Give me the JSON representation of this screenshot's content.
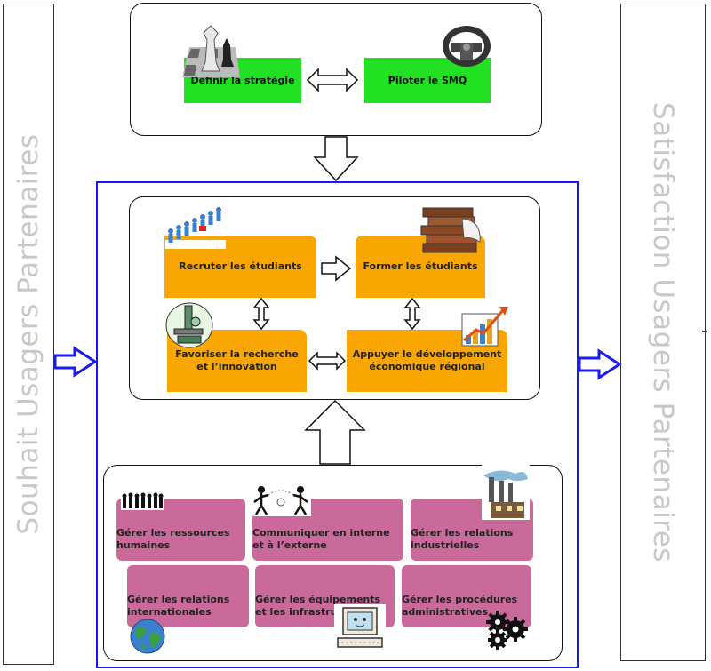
{
  "side": {
    "left_label": "Souhait Usagers Partenaires",
    "right_label": "Satisfaction Usagers Partenaires"
  },
  "management": {
    "strategy": "Définir la stratégie",
    "smq": "Piloter le SMQ"
  },
  "core": {
    "recruit": "Recruter les étudiants",
    "train": "Former les étudiants",
    "research_line1": "Favoriser la recherche",
    "research_line2": "et l’innovation",
    "develop_line1": "Appuyer le développement",
    "develop_line2": "économique régional"
  },
  "support": {
    "hr_line1": "Gérer les ressources",
    "hr_line2": "humaines",
    "comm_line1": "Communiquer en interne",
    "comm_line2": "et à l’externe",
    "industry_line1": "Gérer les relations",
    "industry_line2": "industrielles",
    "intl_line1": "Gérer les relations",
    "intl_line2": "internationales",
    "equip_line1": "Gérer les équipements",
    "equip_line2": "et les infrastructures",
    "admin_line1": "Gérer les procédures",
    "admin_line2": "administratives"
  },
  "colors": {
    "management_box": "#22e022",
    "core_box": "#f9a600",
    "support_box": "#c96a9a",
    "frame": "#1a1aee",
    "side_text": "#c8c8c8"
  },
  "icons": [
    "chess-icon",
    "steering-wheel-icon",
    "people-queue-icon",
    "books-icon",
    "microscope-icon",
    "growth-chart-icon",
    "crowd-icon",
    "communication-icon",
    "factory-icon",
    "globe-icon",
    "computer-icon",
    "gears-icon"
  ]
}
